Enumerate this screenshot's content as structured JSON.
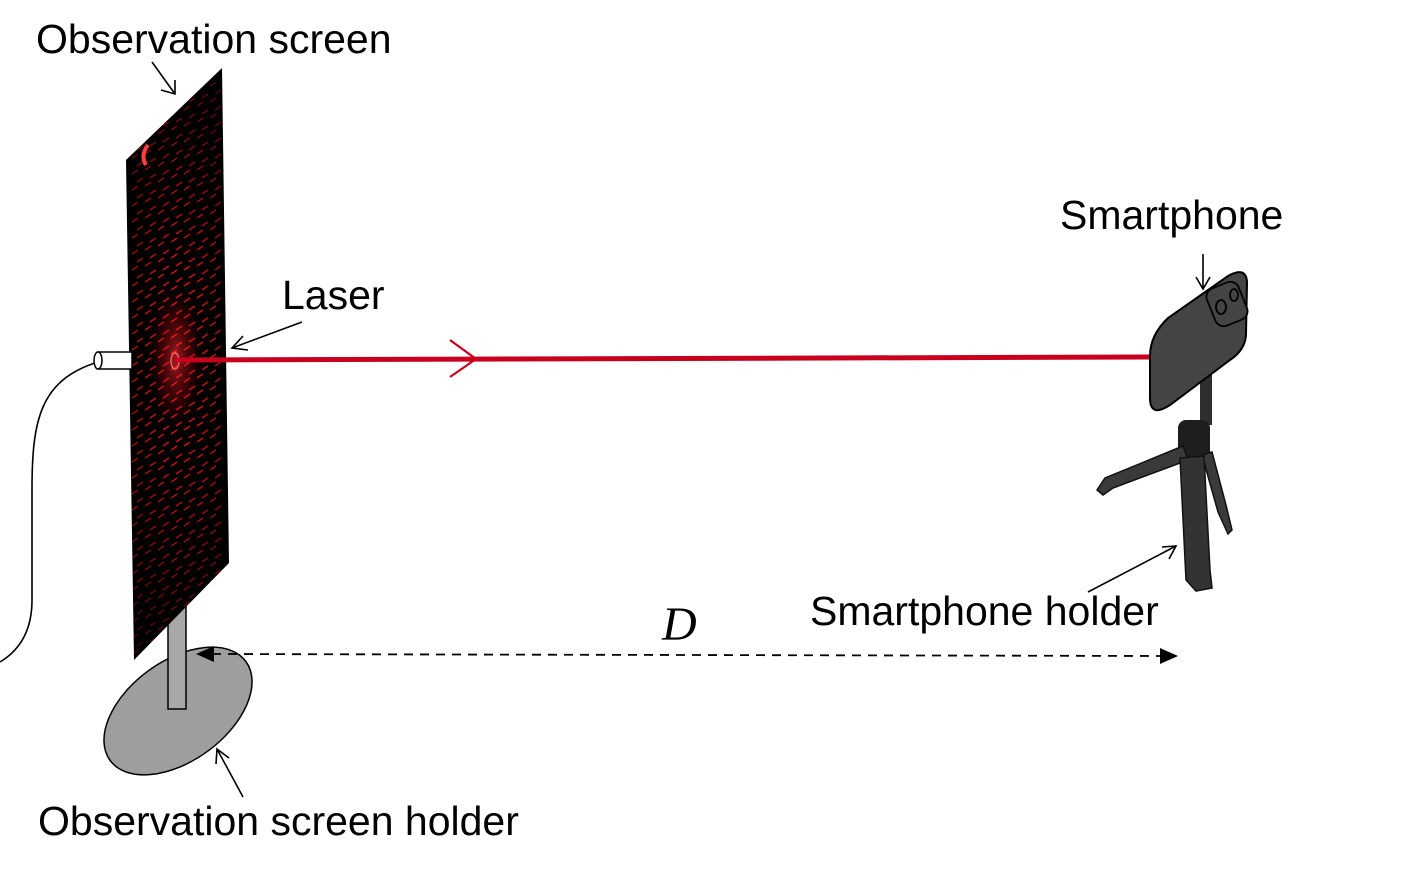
{
  "labels": {
    "observation_screen": "Observation screen",
    "laser": "Laser",
    "smartphone": "Smartphone",
    "smartphone_holder": "Smartphone holder",
    "observation_screen_holder": "Observation screen holder",
    "distance": "D"
  },
  "icons": {
    "observation_screen": "diffraction-pattern-screen-icon",
    "laser": "laser-pointer-icon",
    "smartphone": "smartphone-icon",
    "smartphone_holder": "tripod-icon",
    "observation_screen_holder": "oval-base-stand-icon"
  },
  "colors": {
    "laser_beam": "#c8001e",
    "screen": "#000000",
    "pattern_spot": "#ff1a1a",
    "holder_base": "#9e9e9e",
    "phone_body": "#444444",
    "tripod": "#2e2e2e"
  }
}
